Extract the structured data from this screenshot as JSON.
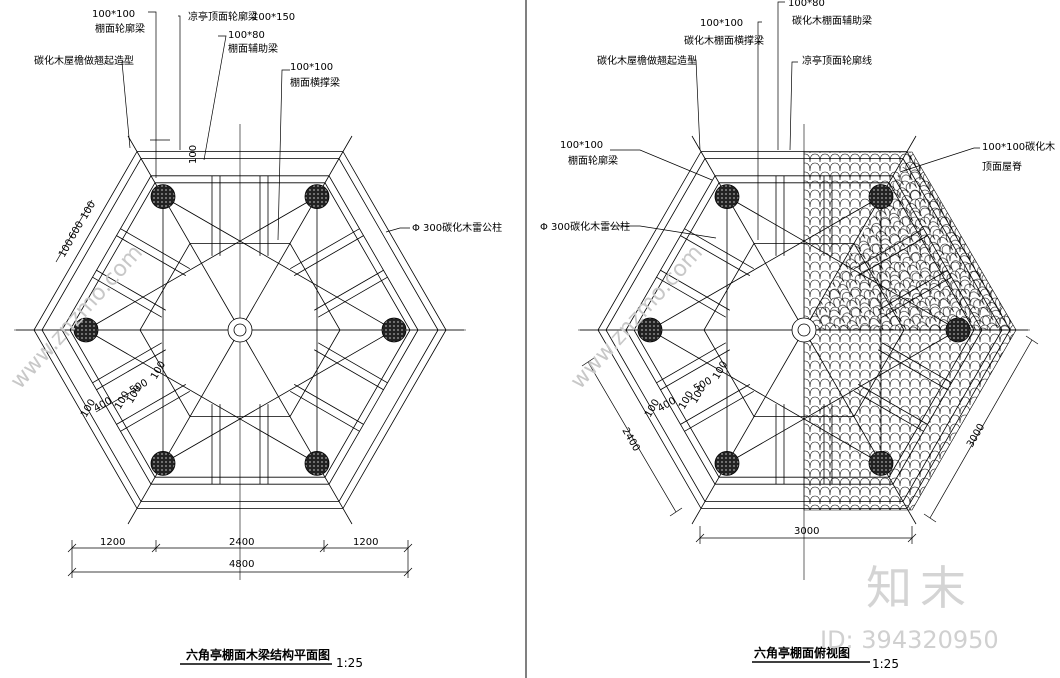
{
  "left_view": {
    "callouts": {
      "outline_beam_size": "100*100",
      "outline_beam": "棚面轮廓梁",
      "roof_outline_beam": "凉亭顶面轮廓梁",
      "roof_outline_beam_size": "100*150",
      "aux_beam_size": "100*80",
      "aux_beam": "棚面辅助梁",
      "brace_beam_size": "100*100",
      "brace_beam": "棚面横撑梁",
      "eave_upturn": "碳化木屋檐做翘起造型",
      "post": "Φ 300碳化木雷公柱"
    },
    "dims": {
      "d100_top": "100",
      "d600": "600",
      "d100_a": "100",
      "d100_b": "100",
      "d500": "500",
      "d100_c": "100",
      "d100_d": "100",
      "d400": "400",
      "d100_e": "100",
      "d100_f": "100",
      "d1200_l": "1200",
      "d2400": "2400",
      "d1200_r": "1200",
      "d4800": "4800"
    },
    "title": "六角亭棚面木梁结构平面图",
    "scale": "1:25"
  },
  "right_view": {
    "callouts": {
      "aux_beam_size": "100*80",
      "aux_beam": "碳化木棚面辅助梁",
      "brace_beam_size": "100*100",
      "brace_beam": "碳化木棚面横撑梁",
      "eave_upturn": "碳化木屋檐做翘起造型",
      "roof_outline": "凉亭顶面轮廓线",
      "outline_beam_size": "100*100",
      "outline_beam": "棚面轮廓梁",
      "post": "Φ 300碳化木雷公柱",
      "ridge_size": "100*100碳化木",
      "ridge": "顶面屋脊"
    },
    "dims": {
      "d500": "500",
      "d100_a": "100",
      "d100_b": "100",
      "d400": "400",
      "d100_c": "100",
      "d100_d": "100",
      "d2400": "2400",
      "d3000_side": "3000",
      "d3000_bottom": "3000"
    },
    "title": "六角亭棚面俯视图",
    "scale": "1:25"
  },
  "watermark": {
    "brand": "知末",
    "id": "ID: 394320950",
    "site": "www.znzmo.com"
  }
}
